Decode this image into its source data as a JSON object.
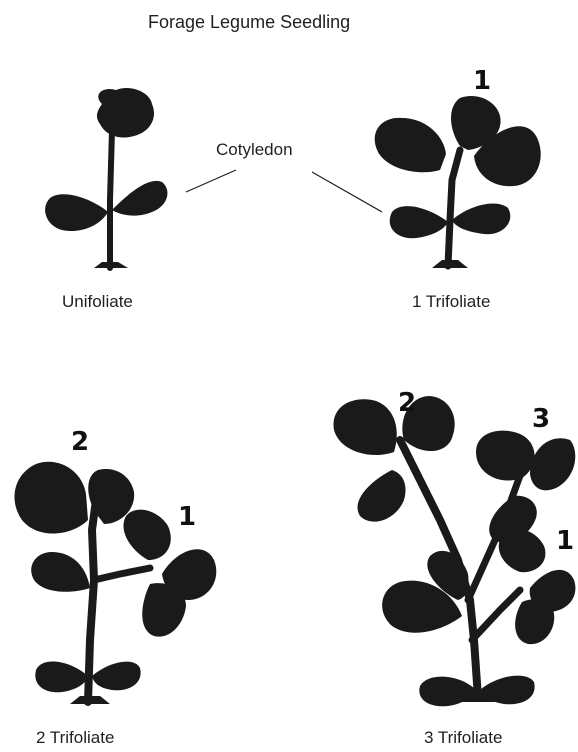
{
  "title": "Forage Legume Seedling",
  "cotyledon_label": "Cotyledon",
  "stages": [
    {
      "label": "Unifoliate",
      "leaf_numbers": []
    },
    {
      "label": "1 Trifoliate",
      "leaf_numbers": [
        "1"
      ]
    },
    {
      "label": "2 Trifoliate",
      "leaf_numbers": [
        "2",
        "1"
      ]
    },
    {
      "label": "3 Trifoliate",
      "leaf_numbers": [
        "2",
        "3",
        "1"
      ]
    }
  ],
  "colors": {
    "ink": "#1a1a1a",
    "text": "#231f20",
    "background": "#ffffff"
  }
}
